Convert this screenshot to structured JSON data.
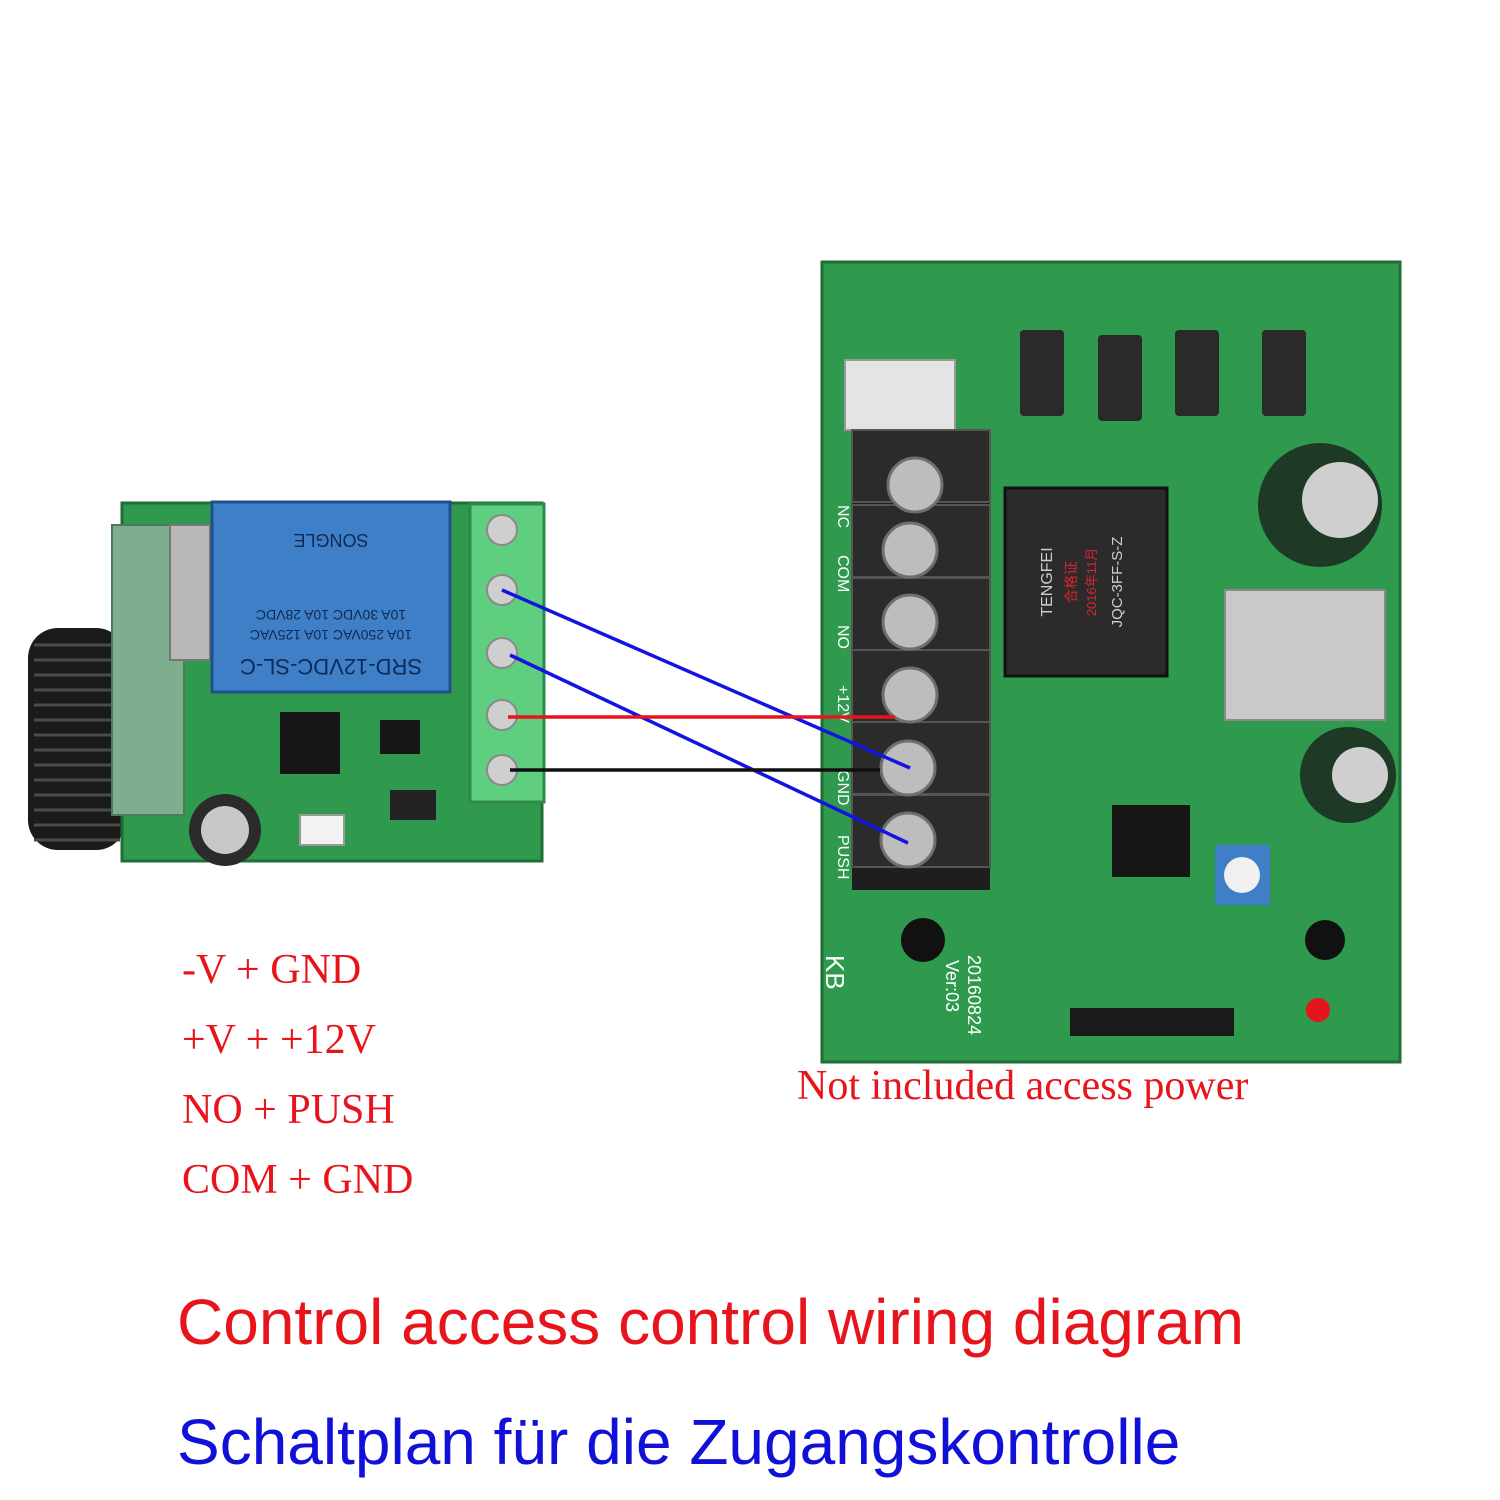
{
  "colors": {
    "red_text": "#e8141c",
    "blue_text": "#1010d8",
    "wire_blue": "#1414e0",
    "wire_red": "#e8141c",
    "wire_black": "#111111",
    "pcb_green": "#2f9a4e",
    "relay_blue": "#3f7fc8",
    "terminal_green": "#5fcf7f"
  },
  "components": {
    "receiver_relay": {
      "relay_line1": "SRD-12VDC-SL-C",
      "relay_line2": "10A 250VAC 10A 125VAC",
      "relay_line3": "10A 30VDC 10A 28VDC",
      "relay_brand": "SONGLE"
    },
    "access_power_board": {
      "relay_brand": "TENGFEI",
      "relay_model": "JQC-3FF-S-Z",
      "relay_stamp": "合格证",
      "relay_date": "2016年11月",
      "terminal_labels": [
        "NC",
        "COM",
        "NO",
        "+12V",
        "GND",
        "PUSH"
      ],
      "board_date": "20160824",
      "board_version": "Ver:03",
      "board_mark": "KB"
    }
  },
  "wiring_notes": [
    "-V + GND",
    "+V + +12V",
    "NO + PUSH",
    "COM + GND"
  ],
  "caption_pcb": "Not included access power",
  "title_en": "Control access control wiring diagram",
  "title_de": "Schaltplan für die Zugangskontrolle"
}
